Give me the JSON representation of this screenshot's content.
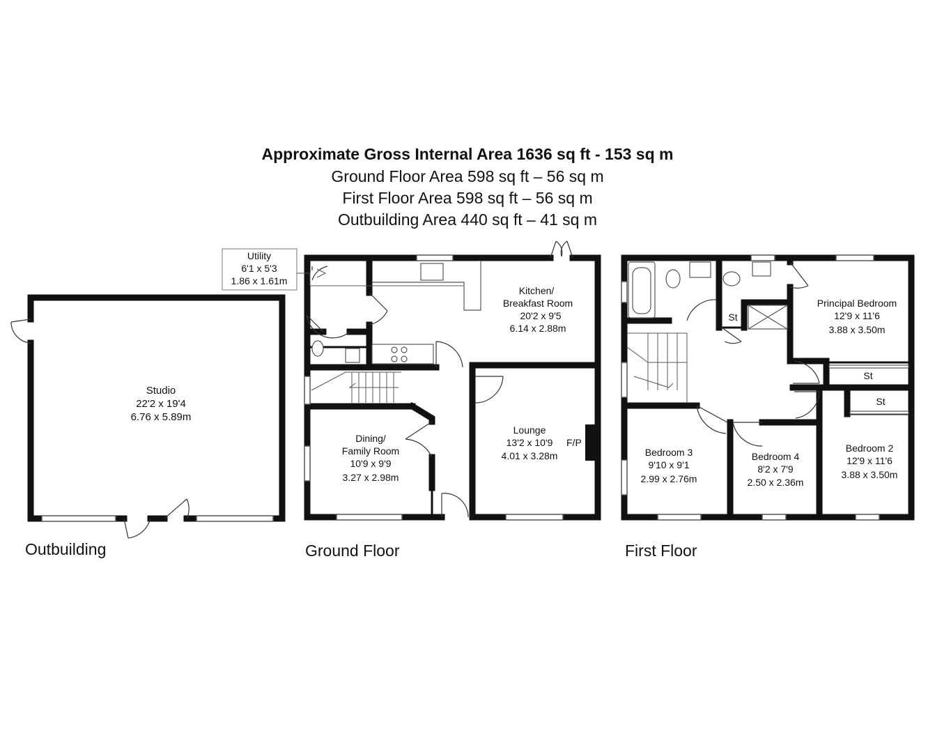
{
  "header": {
    "title": "Approximate Gross Internal Area 1636 sq ft - 153 sq m",
    "ground_area": "Ground Floor Area 598 sq ft – 56 sq m",
    "first_area": "First Floor Area 598 sq ft – 56 sq m",
    "outbuilding_area": "Outbuilding Area 440 sq ft – 41 sq m"
  },
  "outbuilding": {
    "label": "Outbuilding",
    "studio": {
      "name": "Studio",
      "imperial": "22'2 x 19'4",
      "metric": "6.76 x 5.89m"
    }
  },
  "ground_floor": {
    "label": "Ground Floor",
    "utility": {
      "name": "Utility",
      "imperial": "6'1 x 5'3",
      "metric": "1.86 x 1.61m"
    },
    "kitchen": {
      "name1": "Kitchen/",
      "name2": "Breakfast Room",
      "imperial": "20'2 x 9'5",
      "metric": "6.14 x 2.88m"
    },
    "dining": {
      "name1": "Dining/",
      "name2": "Family Room",
      "imperial": "10'9 x 9'9",
      "metric": "3.27 x 2.98m"
    },
    "lounge": {
      "name": "Lounge",
      "imperial": "13'2 x 10'9",
      "metric": "4.01 x 3.28m",
      "fireplace": "F/P"
    }
  },
  "first_floor": {
    "label": "First Floor",
    "principal": {
      "name": "Principal Bedroom",
      "imperial": "12'9 x 11'6",
      "metric": "3.88 x 3.50m"
    },
    "bedroom2": {
      "name": "Bedroom 2",
      "imperial": "12'9 x 11'6",
      "metric": "3.88 x 3.50m"
    },
    "bedroom3": {
      "name": "Bedroom 3",
      "imperial": "9'10 x 9'1",
      "metric": "2.99 x 2.76m"
    },
    "bedroom4": {
      "name": "Bedroom 4",
      "imperial": "8'2 x 7'9",
      "metric": "2.50 x 2.36m"
    },
    "store": "St"
  },
  "colors": {
    "wall": "#111111",
    "fixture": "#555555",
    "background": "#ffffff"
  }
}
